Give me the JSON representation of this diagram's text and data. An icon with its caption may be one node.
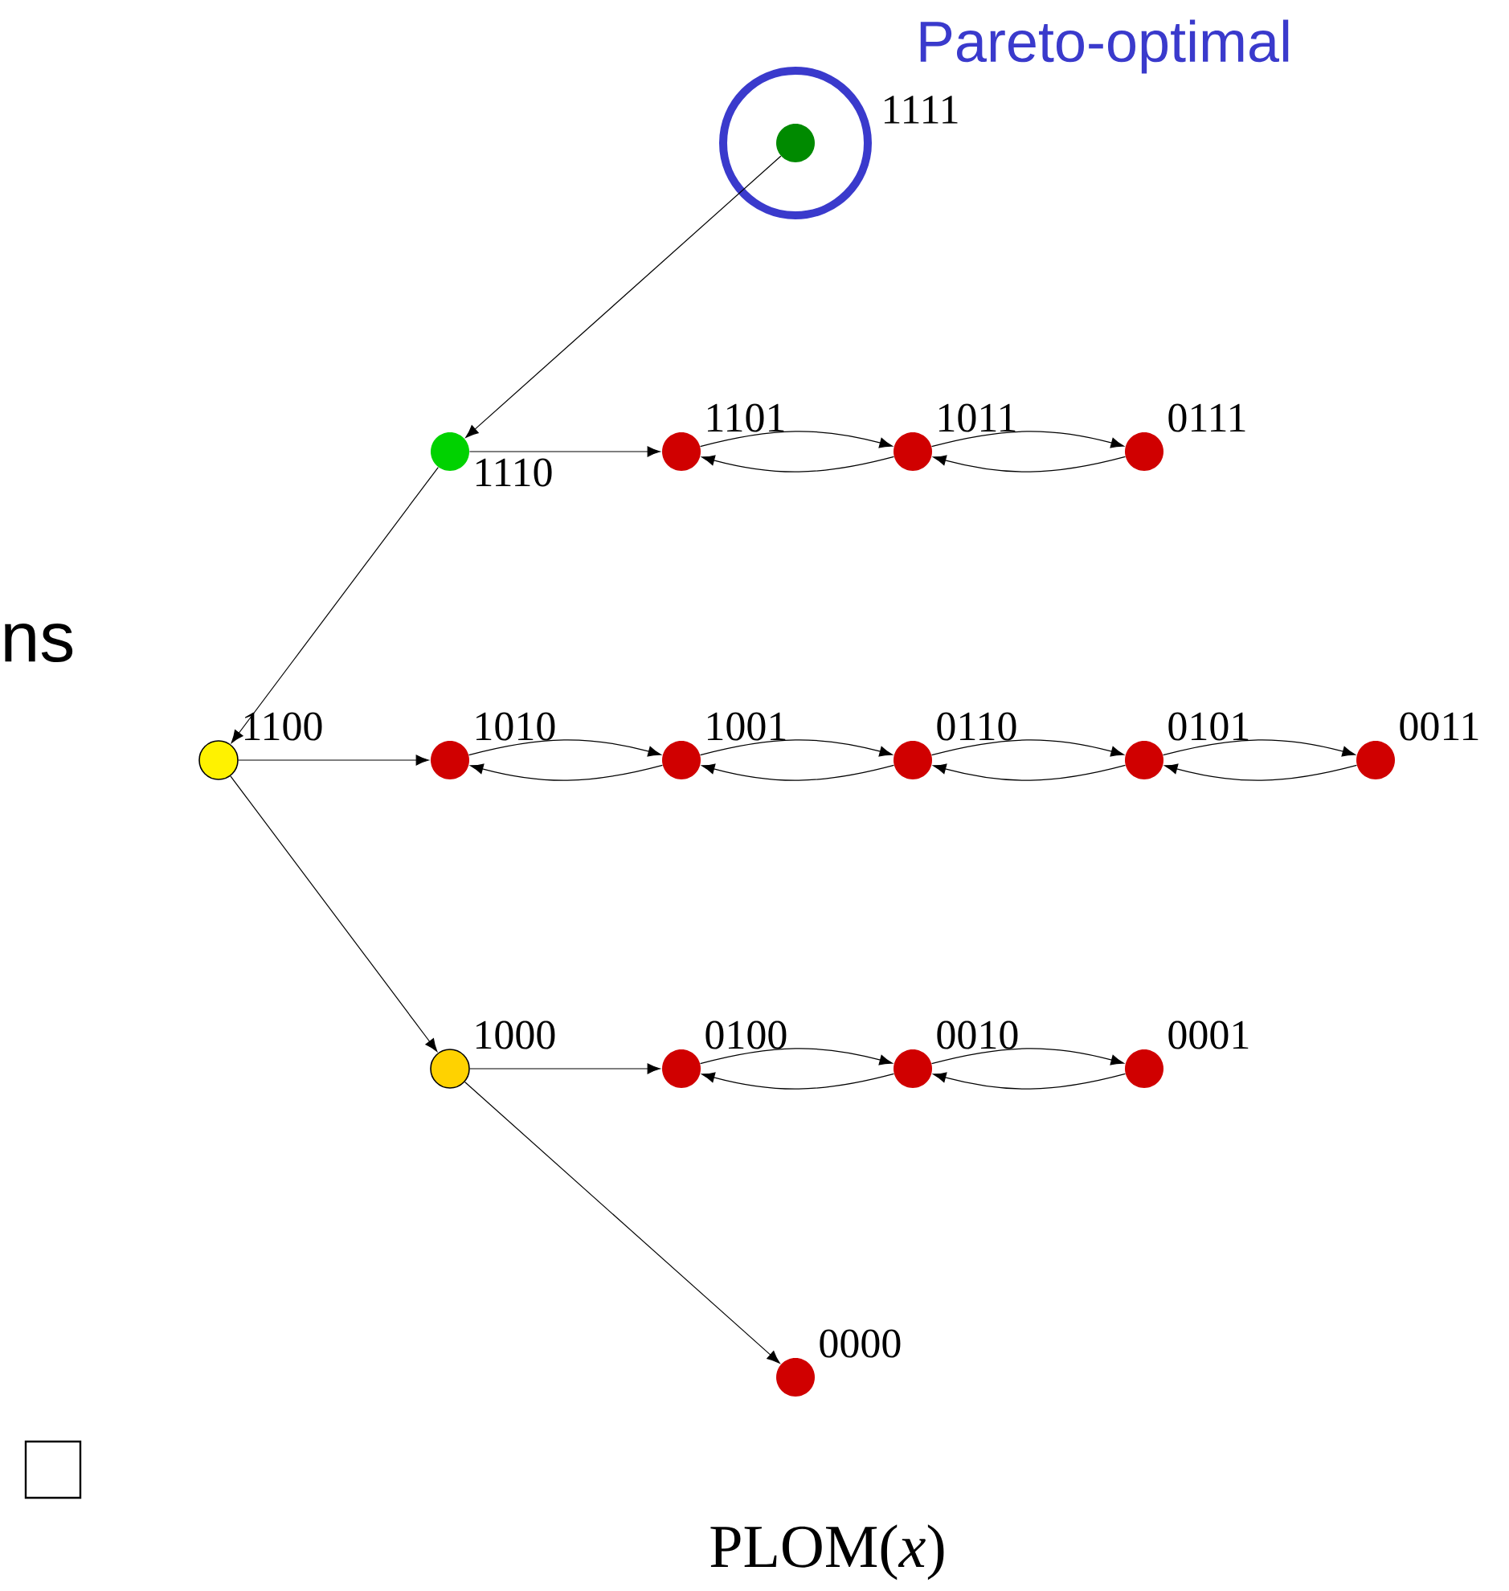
{
  "diagram": {
    "caption": "PLOM(*x*)",
    "nodes": [
      {
        "text": [
          "Pareto-optimal"
        ]
      },
      {
        "text": [],
        "shape": "circle",
        "beside": [
          "1111"
        ],
        "in": 0
      },
      {
        "text": [],
        "shape": "circle",
        "beside": [
          "1110"
        ]
      },
      {
        "text": [],
        "shape": "circle",
        "beside": [
          "1101"
        ]
      },
      {
        "text": [],
        "shape": "circle",
        "beside": [
          "1011"
        ]
      },
      {
        "text": [],
        "shape": "circle",
        "beside": [
          "0111"
        ]
      },
      {
        "text": [],
        "shape": "circle",
        "beside": [
          "1100"
        ]
      },
      {
        "text": [],
        "shape": "circle",
        "beside": [
          "1010"
        ]
      },
      {
        "text": [],
        "shape": "circle",
        "beside": [
          "1001"
        ]
      },
      {
        "text": [],
        "shape": "circle",
        "beside": [
          "0110"
        ]
      },
      {
        "text": [],
        "shape": "circle",
        "beside": [
          "0101"
        ]
      },
      {
        "text": [],
        "shape": "circle",
        "beside": [
          "0011"
        ]
      },
      {
        "text": [],
        "shape": "circle",
        "beside": [
          "1000"
        ]
      },
      {
        "text": [],
        "shape": "circle",
        "beside": [
          "0100"
        ]
      },
      {
        "text": [],
        "shape": "circle",
        "beside": [
          "0010"
        ]
      },
      {
        "text": [],
        "shape": "circle",
        "beside": [
          "0001"
        ]
      },
      {
        "text": [],
        "shape": "circle",
        "beside": [
          "0000"
        ]
      }
    ],
    "edges": [
      {
        "from": 1,
        "to": 2,
        "arrow": "to"
      },
      {
        "from": 2,
        "to": 6,
        "arrow": "to"
      },
      {
        "from": 2,
        "to": 3,
        "arrow": "to"
      },
      {
        "from": 3,
        "to": 4,
        "arrow": "to"
      },
      {
        "from": 4,
        "to": 3,
        "arrow": "to"
      },
      {
        "from": 4,
        "to": 5,
        "arrow": "to"
      },
      {
        "from": 5,
        "to": 4,
        "arrow": "to"
      },
      {
        "from": 6,
        "to": 7,
        "arrow": "to"
      },
      {
        "from": 7,
        "to": 8,
        "arrow": "to"
      },
      {
        "from": 8,
        "to": 7,
        "arrow": "to"
      },
      {
        "from": 8,
        "to": 9,
        "arrow": "to"
      },
      {
        "from": 9,
        "to": 8,
        "arrow": "to"
      },
      {
        "from": 9,
        "to": 10,
        "arrow": "to"
      },
      {
        "from": 10,
        "to": 9,
        "arrow": "to"
      },
      {
        "from": 10,
        "to": 11,
        "arrow": "to"
      },
      {
        "from": 11,
        "to": 10,
        "arrow": "to"
      },
      {
        "from": 6,
        "to": 12,
        "arrow": "to"
      },
      {
        "from": 12,
        "to": 13,
        "arrow": "to"
      },
      {
        "from": 13,
        "to": 14,
        "arrow": "to"
      },
      {
        "from": 14,
        "to": 13,
        "arrow": "to"
      },
      {
        "from": 14,
        "to": 15,
        "arrow": "to"
      },
      {
        "from": 15,
        "to": 14,
        "arrow": "to"
      },
      {
        "from": 12,
        "to": 16,
        "arrow": "to"
      }
    ],
    "labels": [
      "ns"
    ]
  }
}
